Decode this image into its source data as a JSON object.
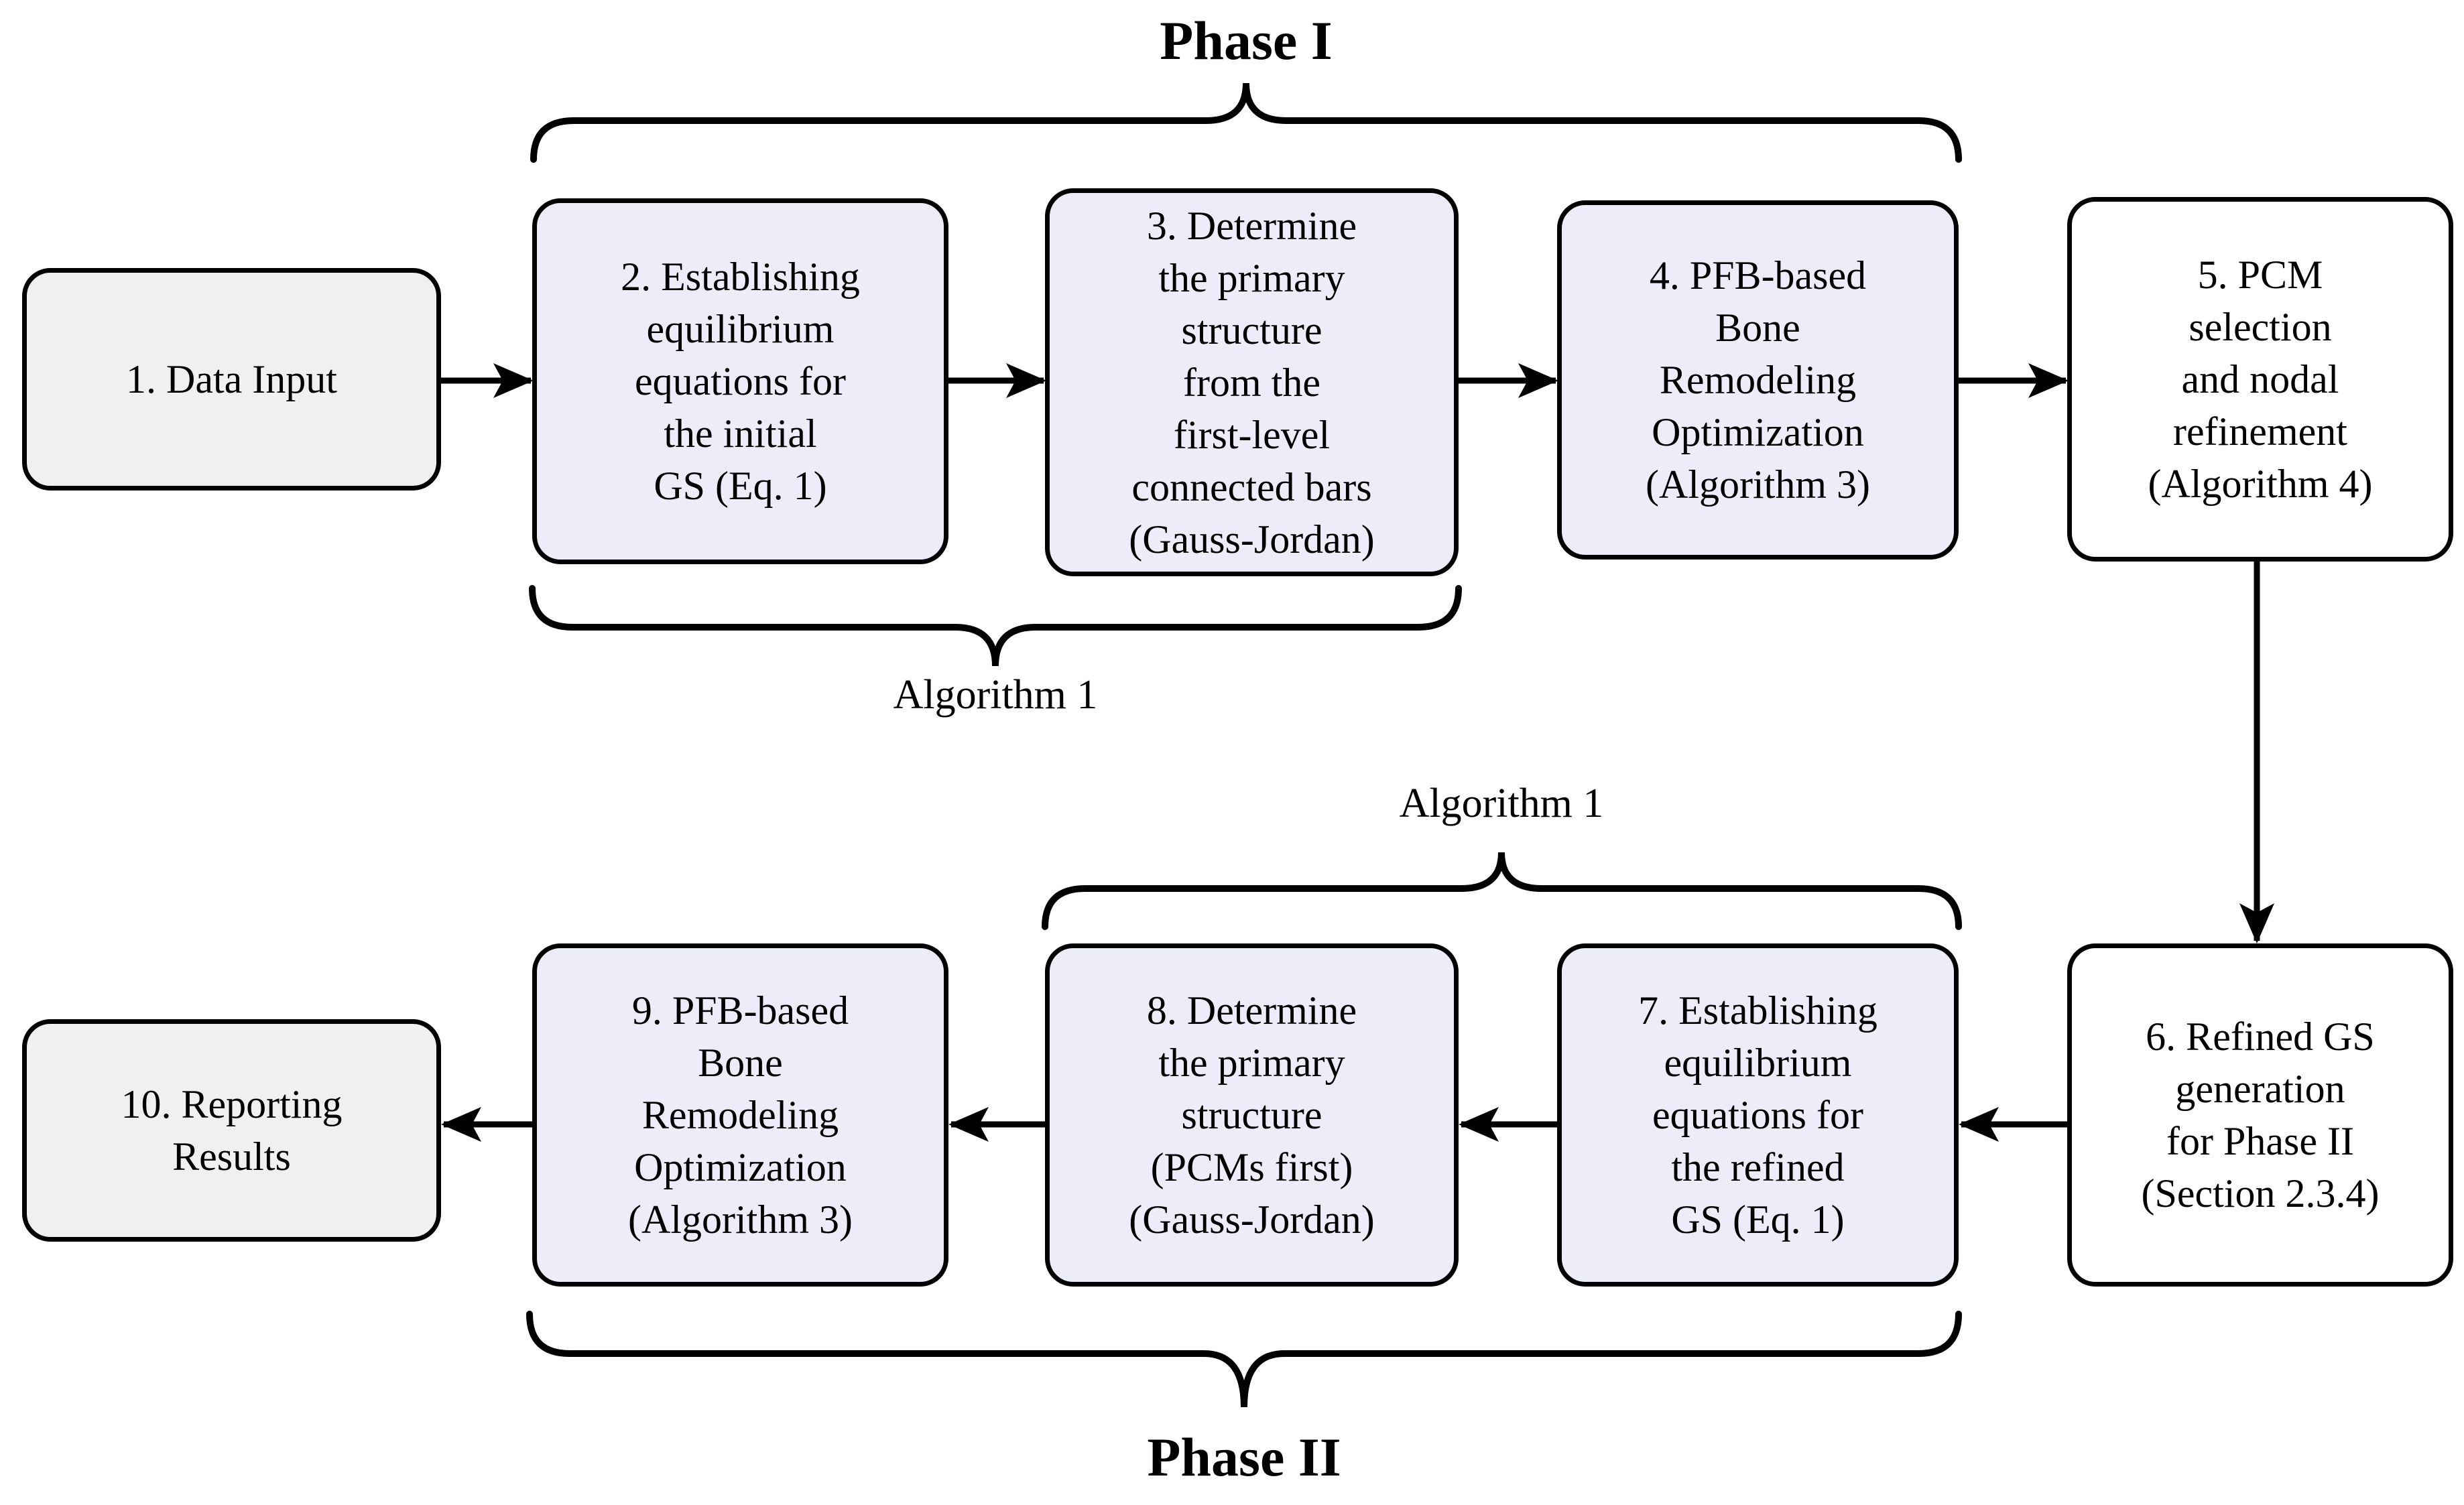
{
  "labels": {
    "phase1": "Phase I",
    "phase2": "Phase II",
    "algorithm1_top": "Algorithm 1",
    "algorithm1_bottom": "Algorithm 1"
  },
  "boxes": [
    {
      "id": "1",
      "text": "1. Data Input",
      "variant": "gray"
    },
    {
      "id": "2",
      "text": "2. Establishing\nequilibrium\nequations for\nthe initial\nGS (Eq. 1)",
      "variant": "lavender"
    },
    {
      "id": "3",
      "text": "3. Determine\nthe primary\nstructure\nfrom the\nfirst-level\nconnected bars\n(Gauss-Jordan)",
      "variant": "lavender"
    },
    {
      "id": "4",
      "text": "4. PFB-based\nBone\nRemodeling\nOptimization\n(Algorithm 3)",
      "variant": "lavender"
    },
    {
      "id": "5",
      "text": "5. PCM\nselection\nand nodal\nrefinement\n(Algorithm 4)",
      "variant": "white"
    },
    {
      "id": "6",
      "text": "6. Refined GS\ngeneration\nfor Phase II\n(Section 2.3.4)",
      "variant": "white"
    },
    {
      "id": "7",
      "text": "7. Establishing\nequilibrium\nequations for\nthe refined\nGS (Eq. 1)",
      "variant": "lavender"
    },
    {
      "id": "8",
      "text": "8. Determine\nthe primary\nstructure\n(PCMs first)\n(Gauss-Jordan)",
      "variant": "lavender"
    },
    {
      "id": "9",
      "text": "9. PFB-based\nBone\nRemodeling\nOptimization\n(Algorithm 3)",
      "variant": "lavender"
    },
    {
      "id": "10",
      "text": "10. Reporting\nResults",
      "variant": "gray"
    }
  ],
  "colors": {
    "background": "#FFFFFF",
    "stroke": "#000000",
    "box_lavender": "#EDEDFA",
    "box_gray": "#F0F0F0",
    "box_white": "#FFFFFF"
  }
}
